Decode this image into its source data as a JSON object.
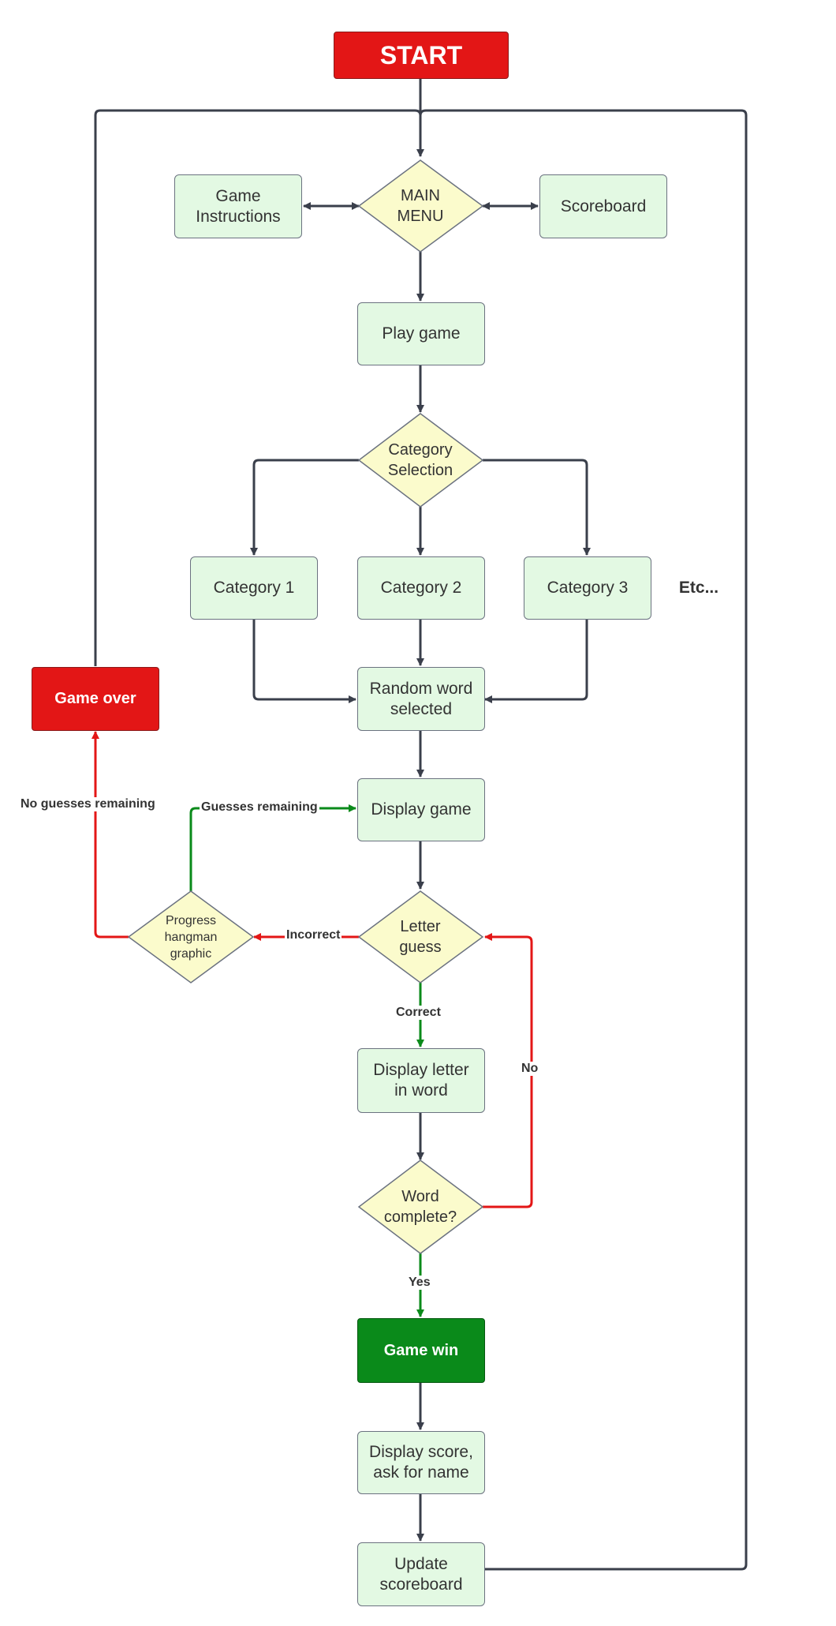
{
  "nodes": {
    "start": "START",
    "game_instructions": "Game\nInstructions",
    "main_menu": "MAIN\nMENU",
    "scoreboard": "Scoreboard",
    "play_game": "Play game",
    "category_selection": "Category\nSelection",
    "category_1": "Category 1",
    "category_2": "Category 2",
    "category_3": "Category 3",
    "etc": "Etc...",
    "random_word": "Random word\nselected",
    "game_over": "Game over",
    "display_game": "Display game",
    "letter_guess": "Letter\nguess",
    "progress_hangman": "Progress\nhangman\ngraphic",
    "display_letter": "Display letter\nin word",
    "word_complete": "Word\ncomplete?",
    "game_win": "Game win",
    "display_score": "Display score,\nask for name",
    "update_scoreboard": "Update\nscoreboard"
  },
  "edge_labels": {
    "no_guesses": "No guesses remaining",
    "guesses_remaining": "Guesses remaining",
    "incorrect": "Incorrect",
    "correct": "Correct",
    "no": "No",
    "yes": "Yes"
  },
  "colors": {
    "line": "#3a3f4b",
    "red_line": "#e31616",
    "green_line": "#0a8a1a",
    "rect_fill": "#e3f9e3",
    "diamond_fill": "#fbfbcc",
    "start_fill": "#e31616",
    "win_fill": "#0a8a1a"
  }
}
